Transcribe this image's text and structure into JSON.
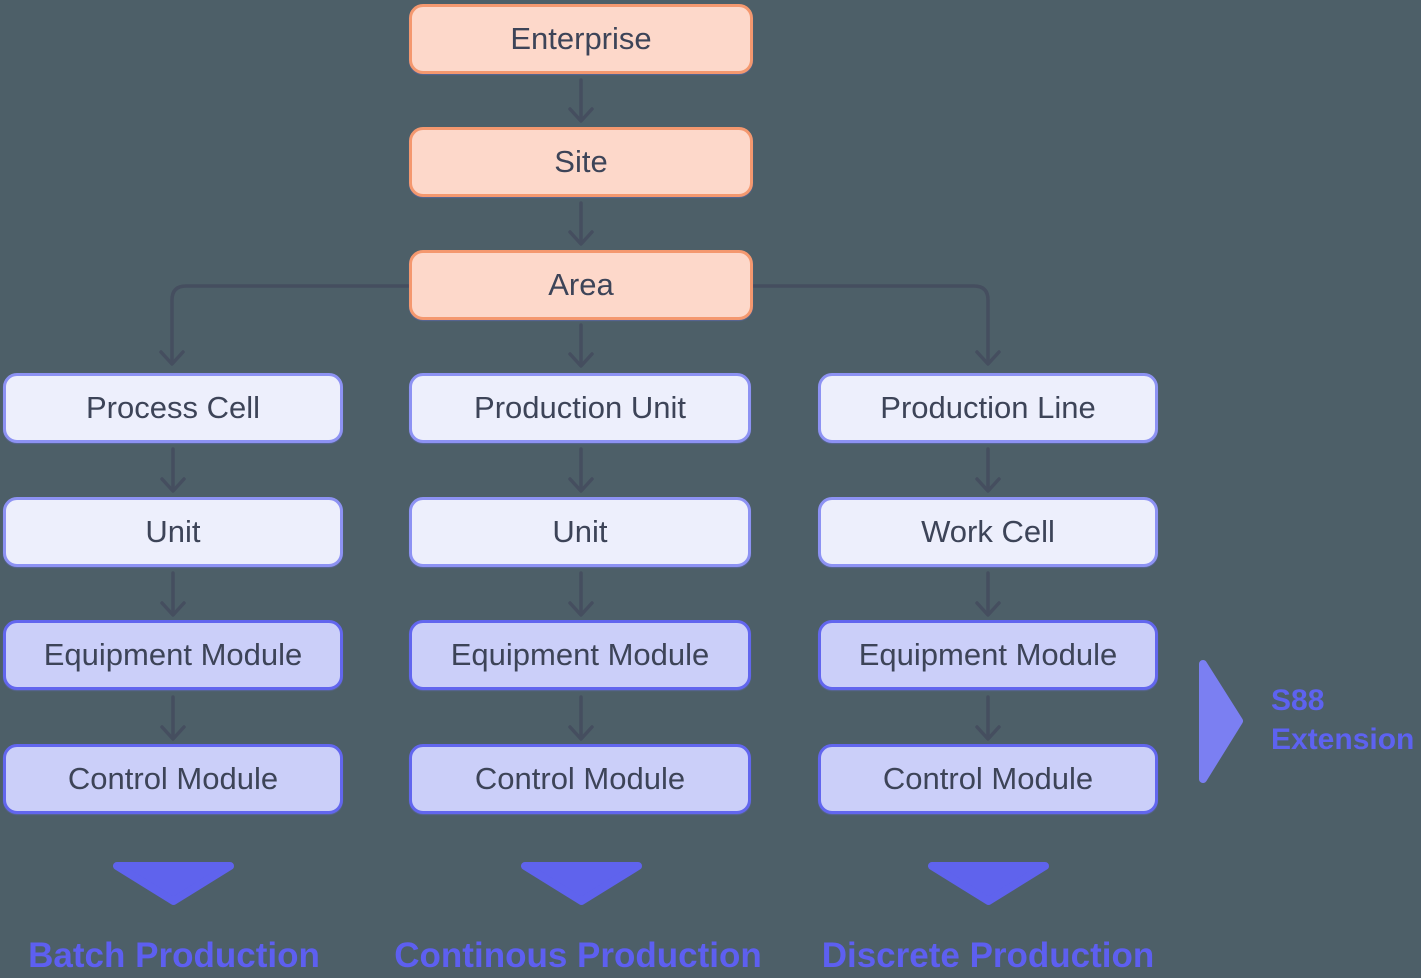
{
  "diagram": {
    "top_chain": [
      {
        "label": "Enterprise"
      },
      {
        "label": "Site"
      },
      {
        "label": "Area"
      }
    ],
    "columns": [
      {
        "levels": [
          {
            "label": "Process Cell"
          },
          {
            "label": "Unit"
          },
          {
            "label": "Equipment Module"
          },
          {
            "label": "Control Module"
          }
        ],
        "footer": "Batch Production"
      },
      {
        "levels": [
          {
            "label": "Production Unit"
          },
          {
            "label": "Unit"
          },
          {
            "label": "Equipment Module"
          },
          {
            "label": "Control Module"
          }
        ],
        "footer": "Continous Production"
      },
      {
        "levels": [
          {
            "label": "Production Line"
          },
          {
            "label": "Work Cell"
          },
          {
            "label": "Equipment Module"
          },
          {
            "label": "Control Module"
          }
        ],
        "footer": "Discrete Production"
      }
    ],
    "annotation": {
      "line1": "S88",
      "line2": "Extension"
    },
    "colors": {
      "background": "#4d5f68",
      "enterprise_fill": "#fdd8ca",
      "enterprise_border": "#f4986f",
      "level_fill": "#edeffc",
      "level_border": "#8d92f3",
      "module_fill": "#cbcff9",
      "module_border": "#6266ee",
      "connector": "#454e5f",
      "accent": "#5d5ff0",
      "annotation_arrow": "#7b7ff2",
      "node_text": "#3d4458"
    }
  }
}
